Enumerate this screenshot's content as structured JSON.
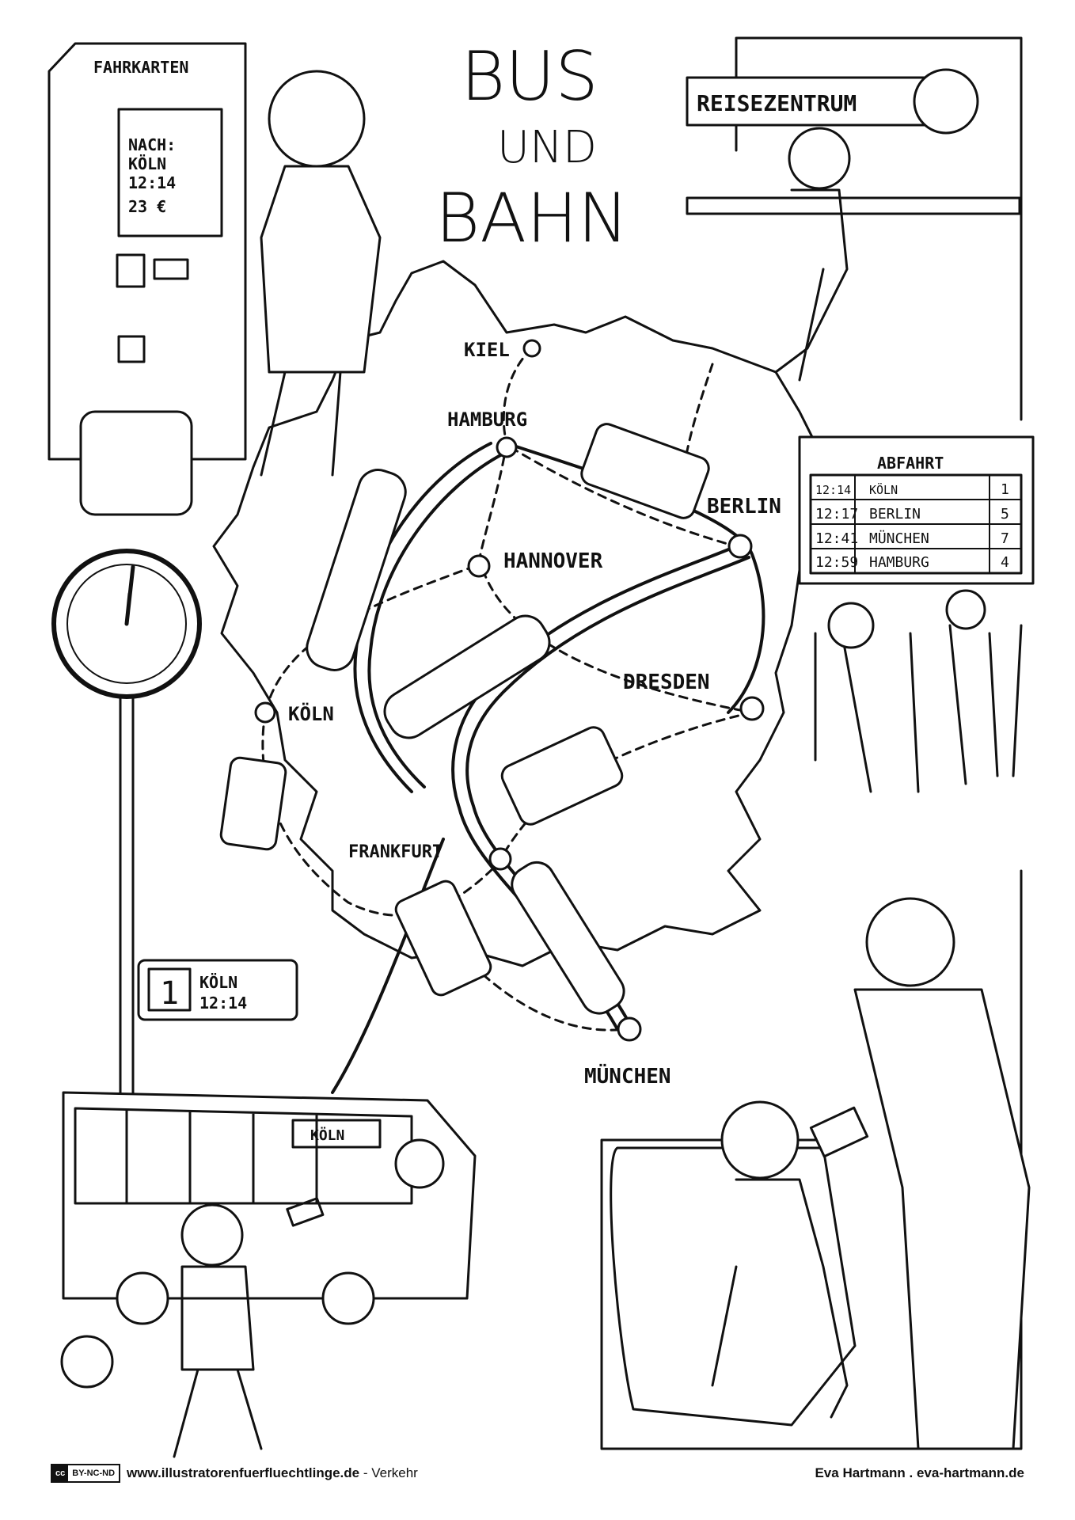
{
  "title": {
    "line1": "BUS",
    "line2": "UND",
    "line3": "BAHN"
  },
  "ticket_machine": {
    "label": "FAHRKARTEN",
    "screen": [
      "NACH:",
      "KÖLN",
      "12:14",
      "23 €"
    ]
  },
  "travel_center": {
    "sign": "REISEZENTRUM"
  },
  "departure_board": {
    "title": "ABFAHRT",
    "rows": [
      {
        "time": "12:14",
        "dest": "KÖLN",
        "track": "1"
      },
      {
        "time": "12:17",
        "dest": "BERLIN",
        "track": "5"
      },
      {
        "time": "12:41",
        "dest": "MÜNCHEN",
        "track": "7"
      },
      {
        "time": "12:59",
        "dest": "HAMBURG",
        "track": "4"
      }
    ]
  },
  "cities": {
    "kiel": "KIEL",
    "hamburg": "HAMBURG",
    "berlin": "BERLIN",
    "hannover": "HANNOVER",
    "dresden": "DRESDEN",
    "koeln": "KÖLN",
    "frankfurt": "FRANKFURT",
    "muenchen": "MÜNCHEN"
  },
  "platform_sign": {
    "track": "1",
    "dest": "KÖLN",
    "time": "12:14"
  },
  "bus_sign": "KÖLN",
  "footer": {
    "license_cc": "cc",
    "license": "BY-NC-ND",
    "site": "www.illustratorenfuerfluechtlinge.de",
    "separator": " - ",
    "topic": "Verkehr",
    "author": "Eva Hartmann . eva-hartmann.de"
  }
}
